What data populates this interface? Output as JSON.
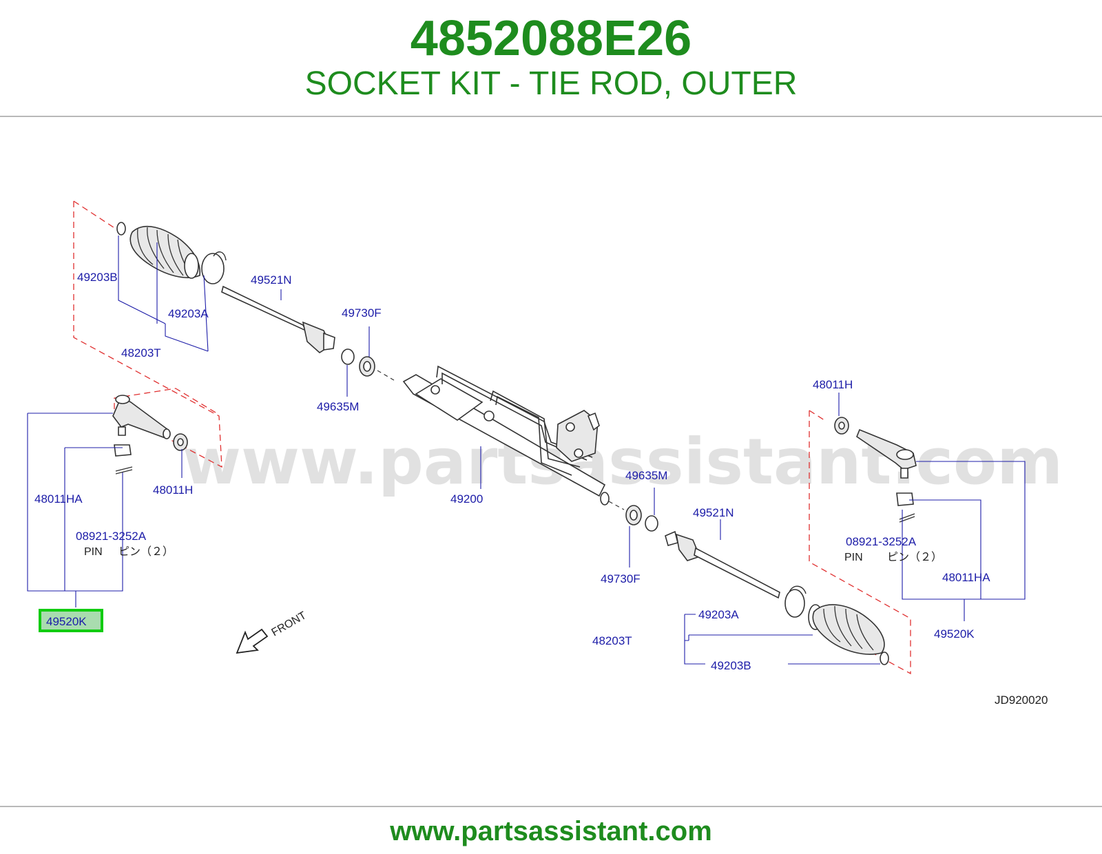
{
  "header": {
    "part_number": "4852088E26",
    "description": "SOCKET KIT - TIE ROD, OUTER"
  },
  "watermark": "www.partsassistant.com",
  "footer": {
    "url": "www.partsassistant.com"
  },
  "diagram": {
    "diagram_code": "JD920020",
    "front_label": "FRONT",
    "highlighted_part": "49520K",
    "labels": {
      "l_49203B": "49203B",
      "l_49203A": "49203A",
      "l_48203T": "48203T",
      "l_49521N": "49521N",
      "l_49730F": "49730F",
      "l_49635M": "49635M",
      "l_48011HA": "48011HA",
      "l_48011H": "48011H",
      "l_08921": "08921-3252A",
      "l_pin": "PIN",
      "l_pin_jp": "ピン（２）",
      "l_49520K": "49520K",
      "l_49200": "49200",
      "r_49635M": "49635M",
      "r_49521N": "49521N",
      "r_49730F": "49730F",
      "r_48011H": "48011H",
      "r_08921": "08921-3252A",
      "r_pin": "PIN",
      "r_pin_jp": "ピン（２）",
      "r_48011HA": "48011HA",
      "r_49520K": "49520K",
      "r_49203A": "49203A",
      "r_48203T": "48203T",
      "r_49203B": "49203B"
    }
  },
  "colors": {
    "brand_green": "#1e8c1e",
    "label_blue": "#1c1ca8",
    "highlight_fill": "#a9dcaf",
    "highlight_border": "#11cc11",
    "dashed_red": "#e03030"
  }
}
